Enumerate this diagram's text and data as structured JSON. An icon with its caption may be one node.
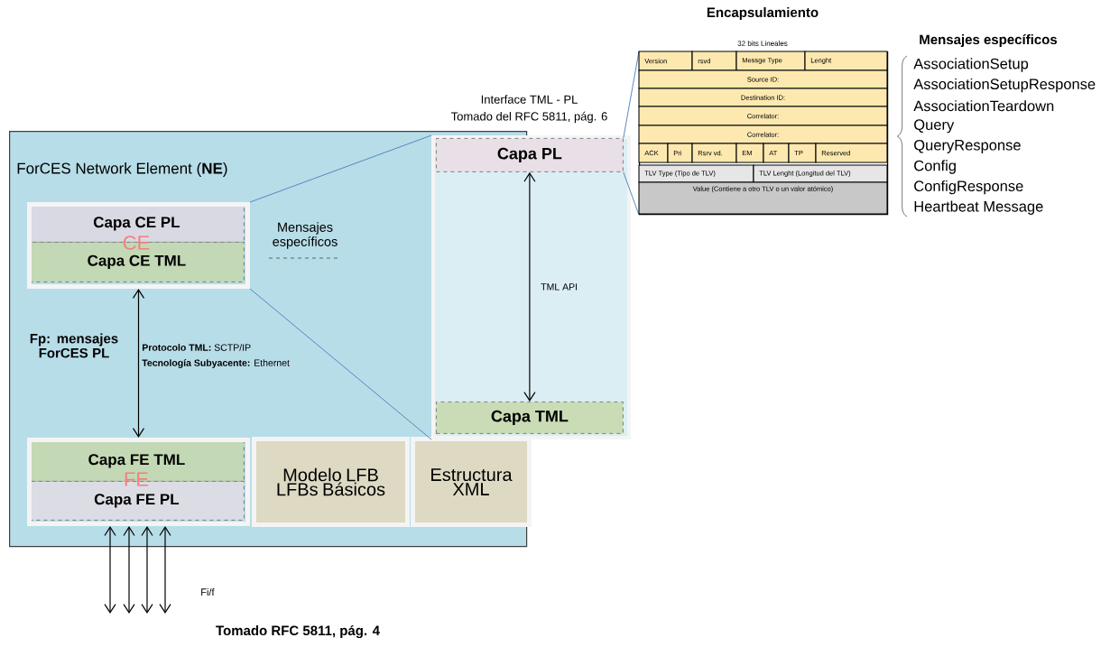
{
  "diagram": {
    "caption": "Tomado RFC 5811, pág. 4",
    "nodes": [
      {
        "text": [
          "ForCES Network Element (**NE**)"
        ]
      },
      {
        "text": [],
        "shape": "box",
        "in": 0
      },
      {
        "text": [
          "Capa  CE PL"
        ],
        "in": 1
      },
      {
        "text": [
          "Capa  CE TML"
        ],
        "in": 1
      },
      {
        "text": [],
        "shape": "box",
        "in": 0
      },
      {
        "text": [
          "Capa FE TML"
        ],
        "in": 4
      },
      {
        "text": [
          "Capa FE PL"
        ],
        "in": 4
      },
      {
        "text": [
          "Modelo LFB LFBs Básicos"
        ],
        "in": 0
      },
      {
        "text": [
          "Estructura XML"
        ],
        "in": 0
      },
      {
        "text": [
          "Interface TML - PL",
          "Tomado del RFC 5811, pág. 6"
        ]
      },
      {
        "text": [
          "Capa PL"
        ],
        "in": 9
      },
      {
        "text": [
          "Capa TML"
        ],
        "in": 9
      },
      {
        "text": [
          "Encapsulamiento",
          "32 bits Lineales"
        ]
      }
    ],
    "edges": [
      {
        "from": 1,
        "to": 4,
        "arrow": "both"
      },
      {
        "from": 10,
        "to": 11,
        "label": "TML API",
        "arrow": "both"
      },
      {
        "from": null,
        "to": 4,
        "arrow": "both"
      },
      {
        "from": null,
        "to": 4,
        "arrow": "both"
      },
      {
        "from": null,
        "to": 4,
        "arrow": "both"
      },
      {
        "from": null,
        "to": 4,
        "arrow": "both"
      },
      {
        "from": 1,
        "to": 9,
        "arrow": "none",
        "color": "#4f81bd"
      },
      {
        "from": 1,
        "to": 9,
        "arrow": "none",
        "color": "#4f81bd"
      },
      {
        "from": 10,
        "to": 12,
        "arrow": "none",
        "color": "#4f81bd"
      },
      {
        "from": 10,
        "to": 12,
        "arrow": "none",
        "color": "#4f81bd"
      }
    ],
    "labels": [
      "Mensajes específicos",
      "AssociationSetup",
      "AssociationSetupResponse",
      "AssociationTeardown",
      "Query",
      "QueryResponse",
      "Config",
      "ConfigResponse",
      "Heartbeat Message",
      "Version",
      "rsvd",
      "Messge Type",
      "Lenght",
      "Source ID:",
      "Destination ID:",
      "Correlator:",
      "Correlator:",
      "ACK",
      "Pri",
      "Rsrv vd.",
      "EM",
      "AT",
      "TP",
      "Reserved",
      "TLV Type (Tipo de TLV)",
      "TLV Lenght (Longitud  del TLV)",
      "Value (Contiene a otro TLV  o un valor atómico)",
      "Mensajes específicos",
      "Fp: mensajes ForCES PL",
      "**Protocolo TML:** SCTP/IP",
      "**Tecnología  Subyacente:** Ethernet",
      "Fi/f",
      "CE",
      "FE"
    ]
  }
}
